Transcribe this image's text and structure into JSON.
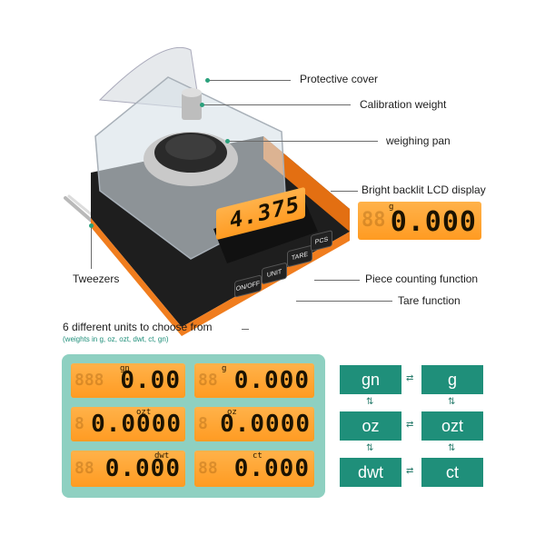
{
  "callouts": {
    "protective_cover": "Protective cover",
    "calibration_weight": "Calibration weight",
    "weighing_pan": "weighing pan",
    "lcd_display": "Bright backlit LCD display",
    "tweezers": "Tweezers",
    "piece_counting": "Piece counting function",
    "tare_function": "Tare function"
  },
  "scale": {
    "display_value": "4.375",
    "buttons": {
      "onoff": "ON/OFF",
      "unit": "UNIT",
      "tare": "TARE",
      "pcs": "PCS"
    }
  },
  "big_display": {
    "unit": "g",
    "ghost": "88",
    "value": "0.000"
  },
  "units_heading": "6 different units to choose from",
  "units_sub": "(weights in g, oz, ozt, dwt, ct, gn)",
  "displays": [
    {
      "unit": "gn",
      "ghost": "888",
      "value": "0.00"
    },
    {
      "unit": "g",
      "ghost": "88",
      "value": "0.000"
    },
    {
      "unit": "ozt",
      "ghost": "8",
      "value": "0.0000"
    },
    {
      "unit": "oz",
      "ghost": "8",
      "value": "0.0000"
    },
    {
      "unit": "dwt",
      "ghost": "88",
      "value": "0.000"
    },
    {
      "unit": "ct",
      "ghost": "88",
      "value": "0.000"
    }
  ],
  "unit_tiles": [
    "gn",
    "g",
    "oz",
    "ozt",
    "dwt",
    "ct"
  ],
  "arrows": {
    "horizontal": "⇄",
    "vertical": "⇅"
  },
  "colors": {
    "accent_teal": "#1f8f7a",
    "lcd_orange": "#ff9b22",
    "panel_mint": "#8ed0c1",
    "scale_orange": "#f07d1e"
  }
}
